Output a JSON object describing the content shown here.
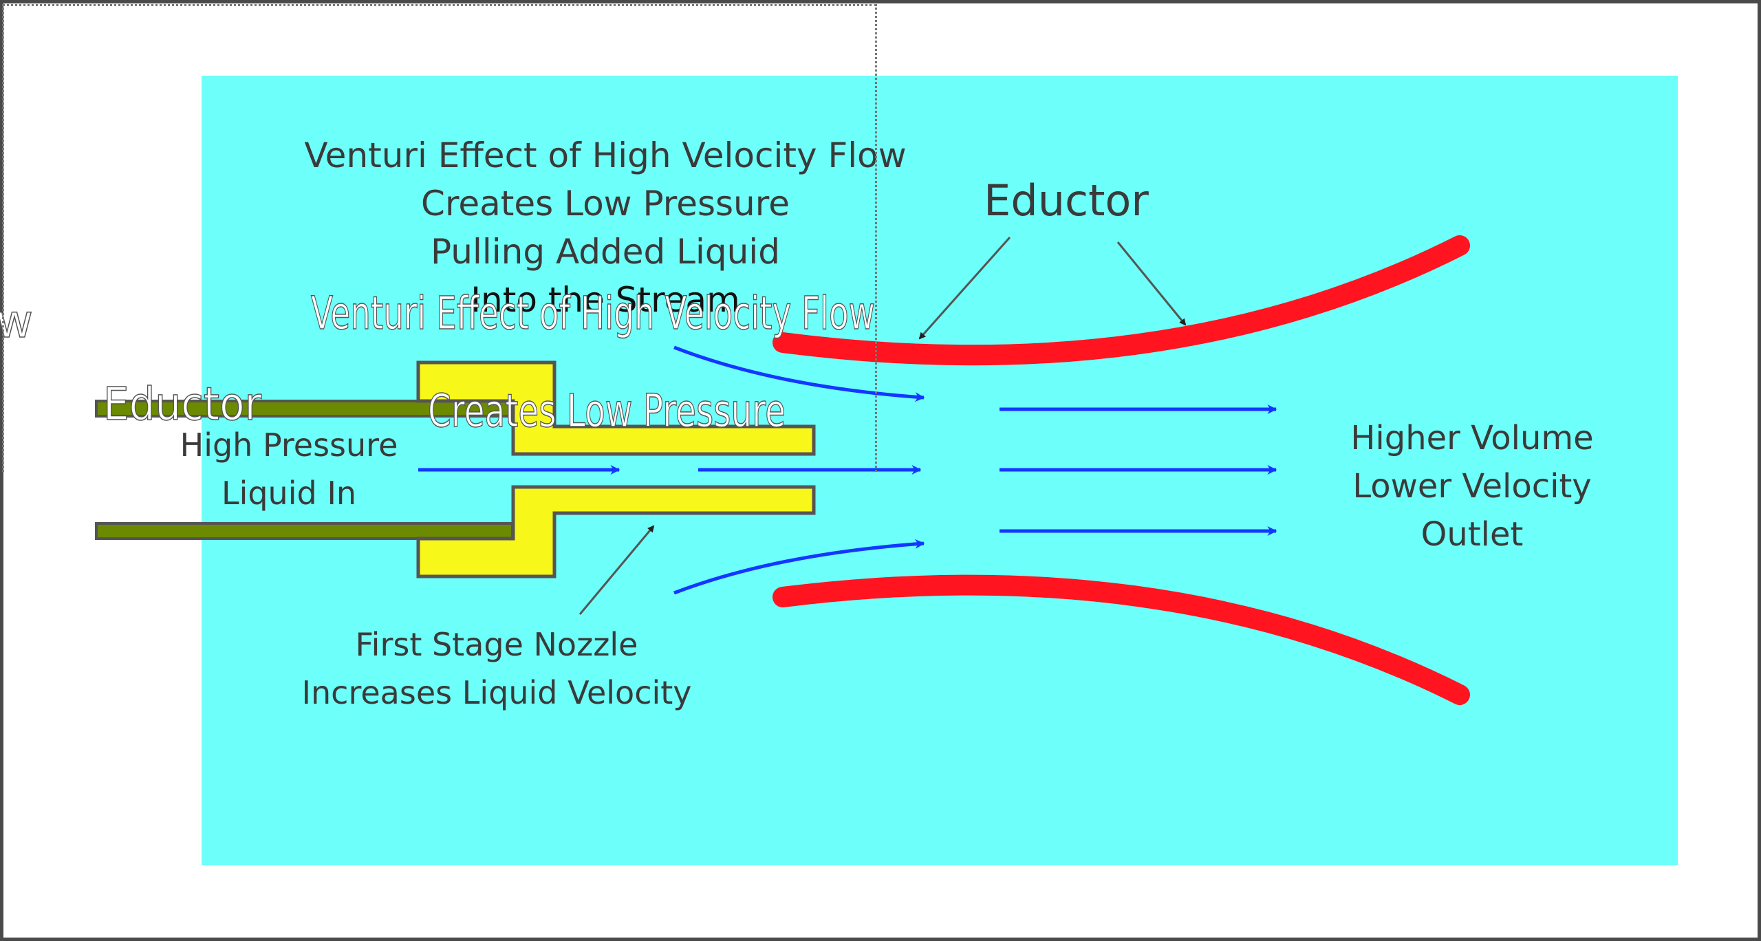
{
  "diagram": {
    "colors": {
      "background": "#6dfff9",
      "nozzle_fill": "#f7f71a",
      "pipe_fill": "#6b8a00",
      "eductor_wall": "#ff1420",
      "flow_arrow": "#1437ff",
      "leader_line": "#555555",
      "label_text": "#3a3a3a"
    },
    "labels": {
      "venturi_line1": "Venturi Effect of High Velocity Flow",
      "venturi_line2": "Creates Low Pressure",
      "venturi_line3": "Pulling Added Liquid",
      "venturi_line4": "Into the Stream",
      "eductor": "Eductor",
      "inlet_line1": "High Pressure",
      "inlet_line2": "Liquid In",
      "outlet_line1": "Higher Volume",
      "outlet_line2": "Lower Velocity",
      "outlet_line3": "Outlet",
      "nozzle_line1": "First Stage Nozzle",
      "nozzle_line2": "Increases Liquid Velocity"
    },
    "ghost_labels": {
      "venturi": "Venturi Effect of High Velocity Flow",
      "eductor": "Eductor",
      "low_pressure": "Creates Low Pressure",
      "stray_w": "w"
    }
  }
}
